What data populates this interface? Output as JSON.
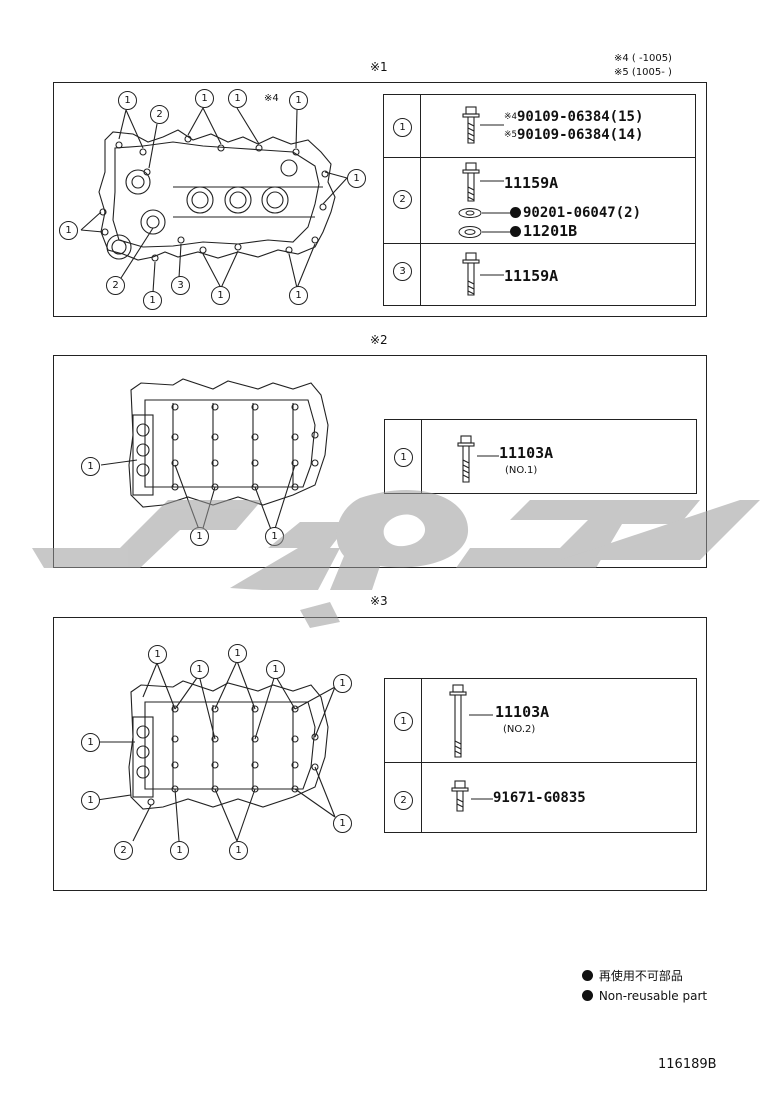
{
  "notes": {
    "note4": "※4 (    -1005)",
    "note5": "※5 (1005-     )"
  },
  "sections": [
    {
      "label": "※1",
      "callouts": {
        "n1": "1",
        "n2": "2",
        "n3": "3",
        "note4": "※4"
      },
      "rows": [
        {
          "index": "1",
          "parts": [
            {
              "prefix": "※4",
              "number": "90109-06384(15)"
            },
            {
              "prefix": "※5",
              "number": "90109-06384(14)"
            }
          ]
        },
        {
          "index": "2",
          "parts": [
            {
              "number": "11159A"
            },
            {
              "nonreusable": true,
              "number": "90201-06047(2)"
            },
            {
              "nonreusable": true,
              "number": "11201B"
            }
          ]
        },
        {
          "index": "3",
          "parts": [
            {
              "number": "11159A"
            }
          ]
        }
      ]
    },
    {
      "label": "※2",
      "rows": [
        {
          "index": "1",
          "parts": [
            {
              "number": "11103A",
              "note": "(NO.1)"
            }
          ]
        }
      ]
    },
    {
      "label": "※3",
      "rows": [
        {
          "index": "1",
          "parts": [
            {
              "number": "11103A",
              "note": "(NO.2)"
            }
          ]
        },
        {
          "index": "2",
          "parts": [
            {
              "number": "91671-G0835"
            }
          ]
        }
      ]
    }
  ],
  "legend": {
    "jp": "再使用不可部品",
    "en": "Non-reusable part"
  },
  "figure_number": "116189B"
}
